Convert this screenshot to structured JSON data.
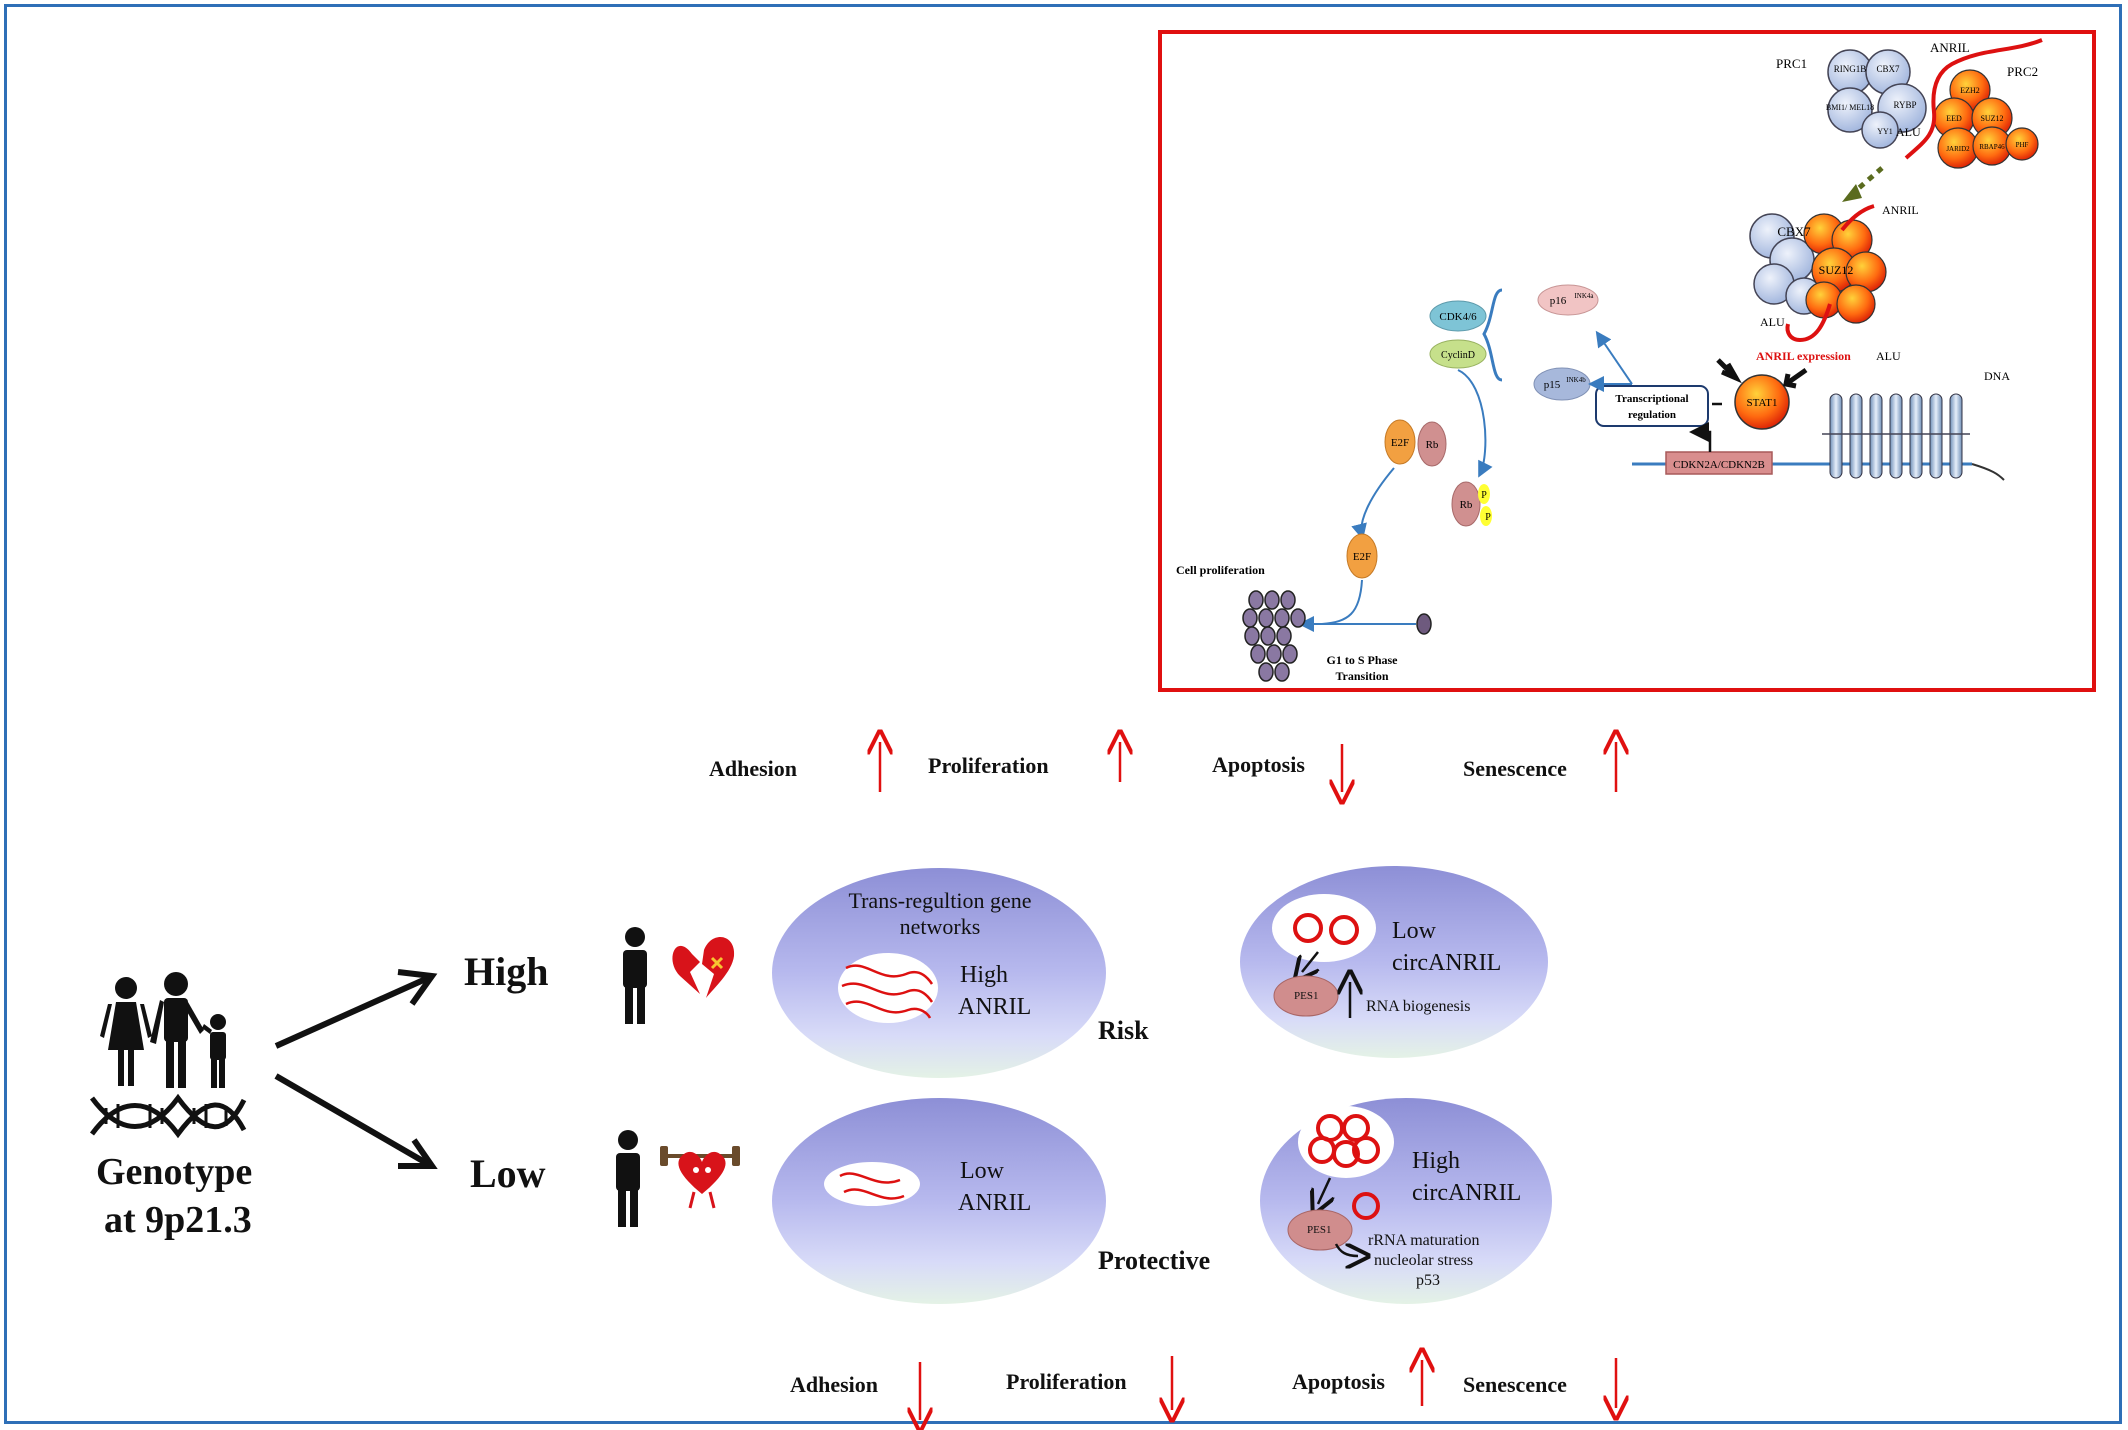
{
  "inset": {
    "prc1_label": "PRC1",
    "prc2_label": "PRC2",
    "anril_top": "ANRIL",
    "anril_mid": "ANRIL",
    "alu_top": "ALU",
    "alu_mid": "ALU",
    "alu_dna": "ALU",
    "dna_label": "DNA",
    "prc1_subunits": [
      "RING1B",
      "CBX7",
      "BMI1/ MEL18",
      "RYBP",
      "YY1"
    ],
    "prc2_subunits": [
      "EZH2",
      "EED",
      "SUZ12",
      "JARID2",
      "RBAP46",
      "PHF"
    ],
    "cbx7": "CBX7",
    "suz12": "SUZ12",
    "anril_expression": "ANRIL expression",
    "stat1": "STAT1",
    "transcriptional_regulation": "Transcriptional regulation",
    "cdkn2": "CDKN2A/CDKN2B",
    "cdk46": "CDK4/6",
    "cyclind": "CyclinD",
    "p16": "p16",
    "p16_sup": "INK4a",
    "p15": "p15",
    "p15_sup": "INK4b",
    "e2f_1": "E2F",
    "rb_1": "Rb",
    "rb_2": "Rb",
    "phos_1": "P",
    "phos_2": "P",
    "e2f_2": "E2F",
    "cell_proliferation": "Cell proliferation",
    "g1_s": "G1 to S Phase Transition"
  },
  "effects_high": {
    "adhesion": "Adhesion",
    "proliferation": "Proliferation",
    "apoptosis": "Apoptosis",
    "senescence": "Senescence"
  },
  "effects_low": {
    "adhesion": "Adhesion",
    "proliferation": "Proliferation",
    "apoptosis": "Apoptosis",
    "senescence": "Senescence"
  },
  "genotype": {
    "line1": "Genotype",
    "line2": "at 9p21.3"
  },
  "branches": {
    "high": "High",
    "low": "Low"
  },
  "linear": {
    "header": "Trans-regultion gene networks",
    "high_1": "High",
    "high_2": "ANRIL",
    "low_1": "Low",
    "low_2": "ANRIL"
  },
  "circ": {
    "low_1": "Low",
    "low_2": "circANRIL",
    "pes1_a": "PES1",
    "rna_biogenesis": "RNA biogenesis",
    "high_1": "High",
    "high_2": "circANRIL",
    "pes1_b": "PES1",
    "rrna_1": "rRNA maturation",
    "rrna_2": "nucleolar stress",
    "rrna_3": "p53"
  },
  "outcomes": {
    "risk": "Risk",
    "protective": "Protective"
  },
  "colors": {
    "frame": "#2e6fb7",
    "inset_border": "#e01010",
    "arrow_red": "#e01010",
    "pathway_blue": "#3a7cbf",
    "rna": "#dd1111"
  }
}
